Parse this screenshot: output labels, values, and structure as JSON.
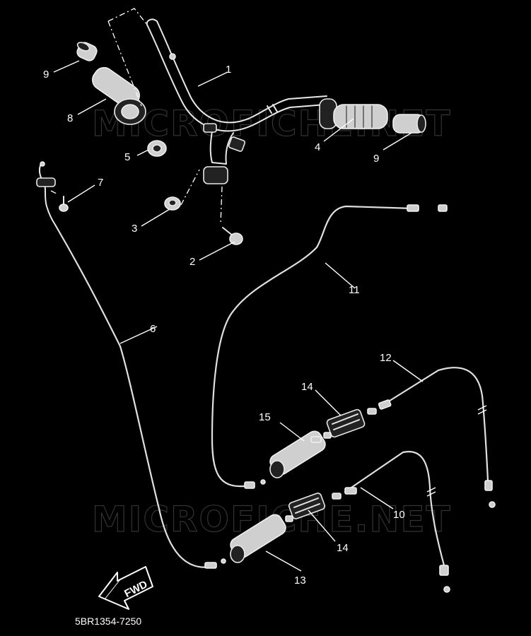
{
  "diagram": {
    "background": "#000000",
    "line_color": "#e8e8e8",
    "watermark_top": "MICROFICHE.NET",
    "watermark_bottom": "MICROFICHE.NET",
    "part_code": "5BR1354-7250",
    "direction_label": "FWD",
    "callouts": {
      "n1": "1",
      "n2": "2",
      "n3": "3",
      "n4": "4",
      "n5": "5",
      "n6": "6",
      "n7": "7",
      "n8": "8",
      "n9a": "9",
      "n9b": "9",
      "n10": "10",
      "n11": "11",
      "n12": "12",
      "n13": "13",
      "n14a": "14",
      "n14b": "14",
      "n15": "15"
    }
  }
}
